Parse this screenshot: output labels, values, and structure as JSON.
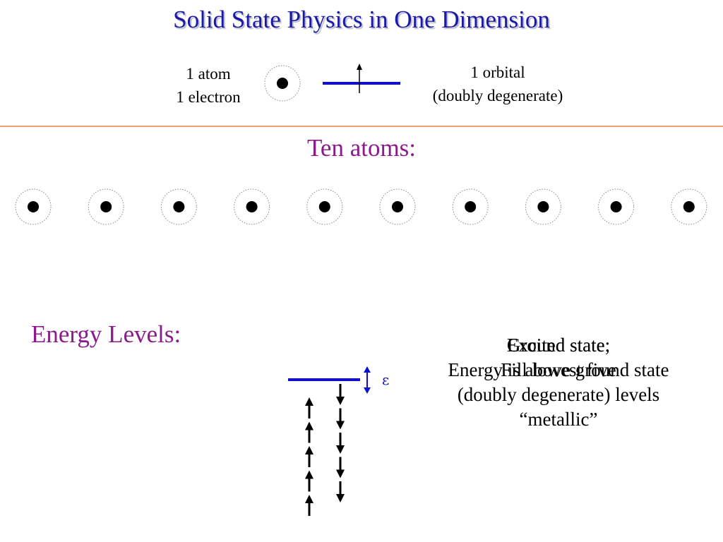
{
  "title": "Solid State Physics in One Dimension",
  "single_atom": {
    "label_line1": "1 atom",
    "label_line2": "1 electron"
  },
  "orbital": {
    "label_line1": "1 orbital",
    "label_line2": "(doubly degenerate)"
  },
  "ten_atoms": {
    "label": "Ten atoms:",
    "count": 10
  },
  "energy_levels": {
    "label": "Energy Levels:",
    "epsilon_symbol": "ε",
    "spin_up_count": 5,
    "spin_down_count": 5
  },
  "state_description": {
    "ground_heading": "Ground state:",
    "excited_heading": "Excited state;",
    "ground_line": "Fill lowest five",
    "excited_line": "Energy is above ground state",
    "line3": "(doubly degenerate) levels",
    "line4": "“metallic”"
  },
  "colors": {
    "title": "#1a1aa6",
    "purple_label": "#8b1a8b",
    "orbital_line": "#1010cc",
    "divider": "#f0a070"
  }
}
